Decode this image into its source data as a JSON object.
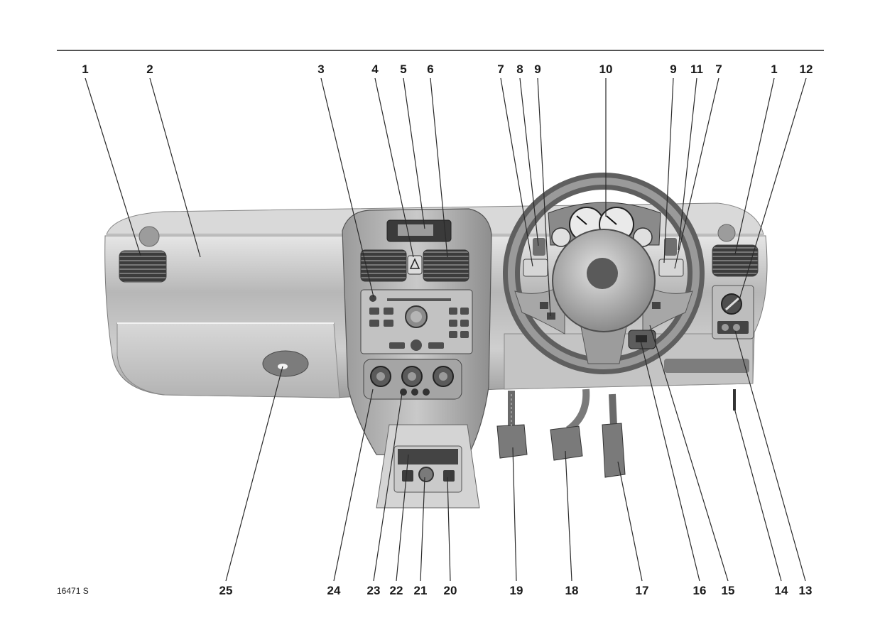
{
  "figure_code": "16471 S",
  "callouts_top": [
    "1",
    "2",
    "3",
    "4",
    "5",
    "6",
    "7",
    "8",
    "9",
    "10",
    "9",
    "11",
    "7",
    "1",
    "12"
  ],
  "callouts_bottom": [
    "25",
    "24",
    "23",
    "22",
    "21",
    "20",
    "19",
    "18",
    "17",
    "16",
    "15",
    "14",
    "13"
  ],
  "colors": {
    "line": "#2a2a2a",
    "dash": "#c9c9c9",
    "shadow": "#8f8f8f"
  }
}
